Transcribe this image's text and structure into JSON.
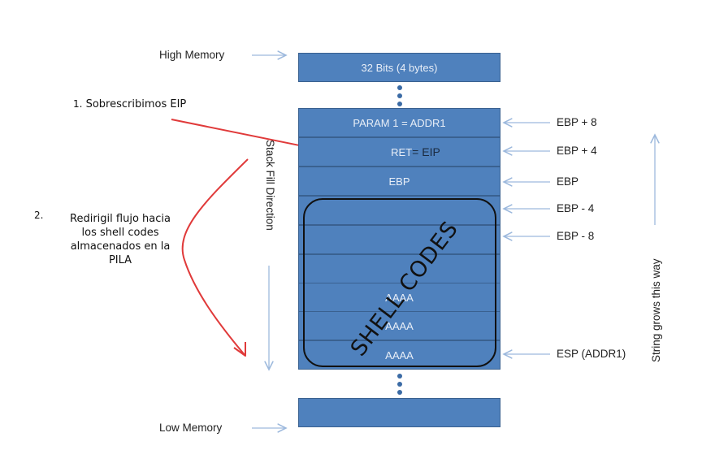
{
  "memory_labels": {
    "high": "High Memory",
    "low": "Low Memory"
  },
  "stack": {
    "top_cell": "32 Bits (4 bytes)",
    "cells": [
      {
        "text": "PARAM 1 = ADDR1",
        "pointer": "EBP + 8"
      },
      {
        "text_prefix": "RET",
        "text_suffix": "= EIP",
        "pointer": "EBP + 4"
      },
      {
        "text": "EBP",
        "pointer": "EBP"
      },
      {
        "text": "",
        "pointer": "EBP - 4"
      },
      {
        "text": "",
        "pointer": "EBP - 8"
      },
      {
        "text": "",
        "pointer": ""
      },
      {
        "text": "AAAA",
        "pointer": ""
      },
      {
        "text": "AAAA",
        "pointer": ""
      },
      {
        "text": "AAAA",
        "pointer": "ESP (ADDR1)"
      }
    ],
    "bottom_cell": ""
  },
  "annotations": {
    "shellcodes": "SHELL CODES",
    "stack_fill_direction": "Stack Fill Direction",
    "string_grows": "String grows this way",
    "step1_num": "1.",
    "step1_text": "Sobrescribimos EIP",
    "step2_num": "2.",
    "step2_lines": [
      "Redirigil flujo hacia",
      "los shell codes",
      "almacenados en la",
      "PILA"
    ]
  },
  "colors": {
    "cell_fill": "#4f81bd",
    "cell_border": "#3a6190",
    "pointer_arrow": "#9db9dd",
    "red_arrow": "#e03a3a"
  }
}
